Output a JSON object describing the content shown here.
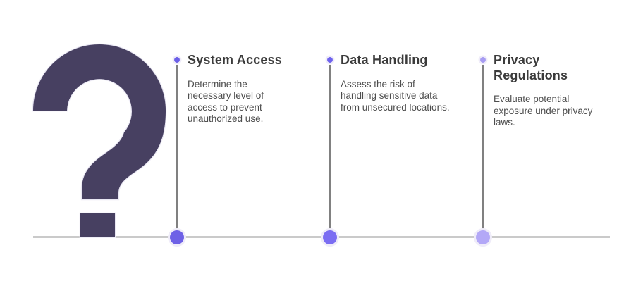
{
  "canvas": {
    "background": "#ffffff"
  },
  "question_mark": {
    "symbol": "?",
    "fill": "#474061",
    "outline": "#e9e7f3"
  },
  "timeline": {
    "axis_color": "#2d2d2d",
    "connector_color": "#2d2d2d",
    "node_ring_color": "#efecf9"
  },
  "text_colors": {
    "title": "#3b3b3b",
    "description": "#4d4d4d"
  },
  "items": [
    {
      "title": "System Access",
      "description": "Determine the necessary level of access to prevent unauthorized use.",
      "dot_color": "#6b5fe8",
      "node_color": "#6e61e6"
    },
    {
      "title": "Data Handling",
      "description": "Assess the risk of handling sensitive data from unsecured locations.",
      "dot_color": "#6f63ee",
      "node_color": "#7b6df2"
    },
    {
      "title": "Privacy Regulations",
      "description": "Evaluate potential exposure under privacy laws.",
      "dot_color": "#a79cf2",
      "node_color": "#b3a8f7"
    }
  ]
}
